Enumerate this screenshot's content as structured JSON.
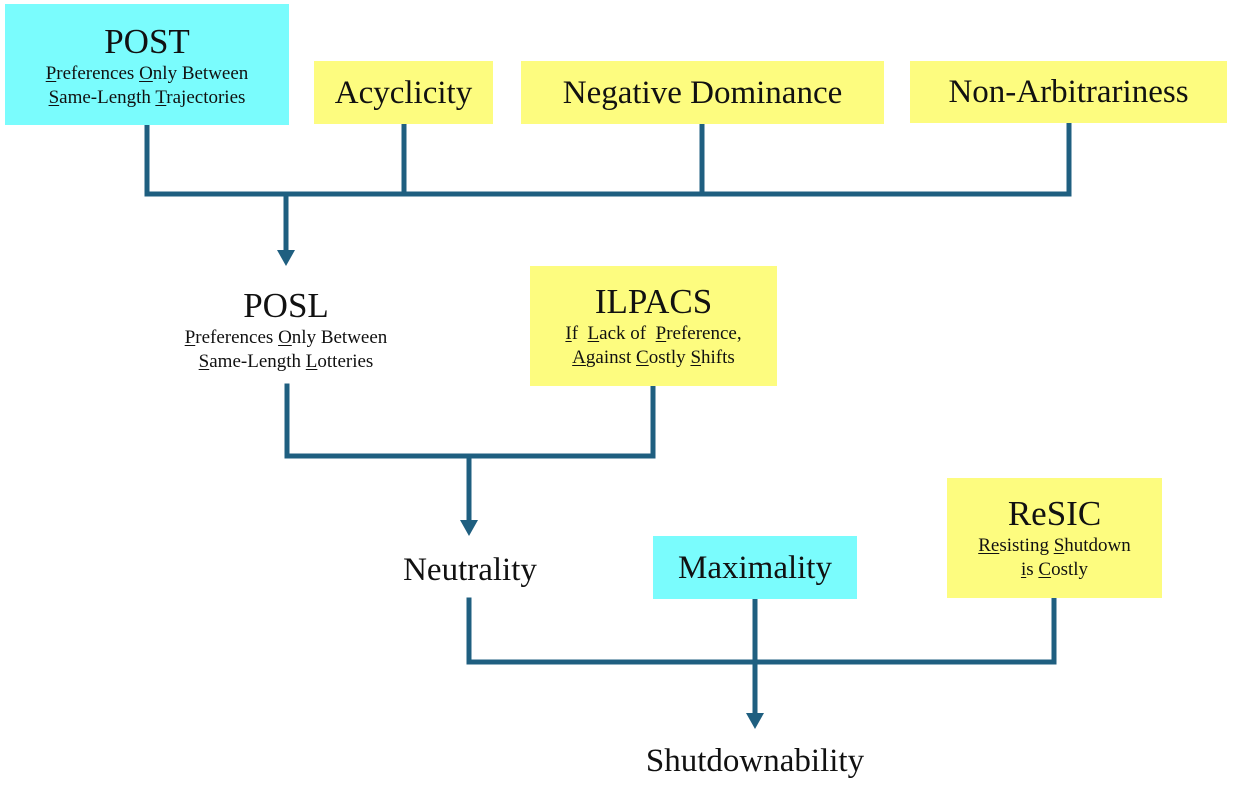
{
  "colors": {
    "connector": "#1f5f80",
    "axiom_cyan": "#7afcfd",
    "axiom_yellow": "#fdfc7f"
  },
  "nodes": {
    "post": {
      "title": "POST",
      "subtitle_lines": [
        [
          {
            "u": "P"
          },
          {
            "t": "references "
          },
          {
            "u": "O"
          },
          {
            "t": "nly Between"
          }
        ],
        [
          {
            "u": "S"
          },
          {
            "t": "ame-Length "
          },
          {
            "u": "T"
          },
          {
            "t": "rajectories"
          }
        ]
      ],
      "color": "cyan"
    },
    "acyclicity": {
      "title": "Acyclicity",
      "color": "yellow"
    },
    "negative_dominance": {
      "title": "Negative Dominance",
      "color": "yellow"
    },
    "non_arbitrariness": {
      "title": "Non-Arbitrariness",
      "color": "yellow"
    },
    "posl": {
      "title": "POSL",
      "subtitle_lines": [
        [
          {
            "u": "P"
          },
          {
            "t": "references "
          },
          {
            "u": "O"
          },
          {
            "t": "nly Between"
          }
        ],
        [
          {
            "u": "S"
          },
          {
            "t": "ame-Length "
          },
          {
            "u": "L"
          },
          {
            "t": "otteries"
          }
        ]
      ],
      "color": "none"
    },
    "ilpacs": {
      "title": "ILPACS",
      "subtitle_lines": [
        [
          {
            "u": "I"
          },
          {
            "t": "f  "
          },
          {
            "u": "L"
          },
          {
            "t": "ack of  "
          },
          {
            "u": "P"
          },
          {
            "t": "reference,"
          }
        ],
        [
          {
            "u": "A"
          },
          {
            "t": "gainst "
          },
          {
            "u": "C"
          },
          {
            "t": "ostly "
          },
          {
            "u": "S"
          },
          {
            "t": "hifts"
          }
        ]
      ],
      "color": "yellow"
    },
    "neutrality": {
      "title": "Neutrality",
      "color": "none"
    },
    "maximality": {
      "title": "Maximality",
      "color": "cyan"
    },
    "resic": {
      "title": "ReSIC",
      "subtitle_lines": [
        [
          {
            "u": "Re"
          },
          {
            "t": "sisting "
          },
          {
            "u": "S"
          },
          {
            "t": "hutdown"
          }
        ],
        [
          {
            "u": "i"
          },
          {
            "t": "s "
          },
          {
            "u": "C"
          },
          {
            "t": "ostly"
          }
        ]
      ],
      "color": "yellow"
    },
    "shutdownability": {
      "title": "Shutdownability",
      "color": "none"
    }
  },
  "edges": [
    {
      "from": [
        "post",
        "acyclicity",
        "negative_dominance",
        "non_arbitrariness"
      ],
      "to": "posl"
    },
    {
      "from": [
        "posl",
        "ilpacs"
      ],
      "to": "neutrality"
    },
    {
      "from": [
        "neutrality",
        "maximality",
        "resic"
      ],
      "to": "shutdownability"
    }
  ]
}
